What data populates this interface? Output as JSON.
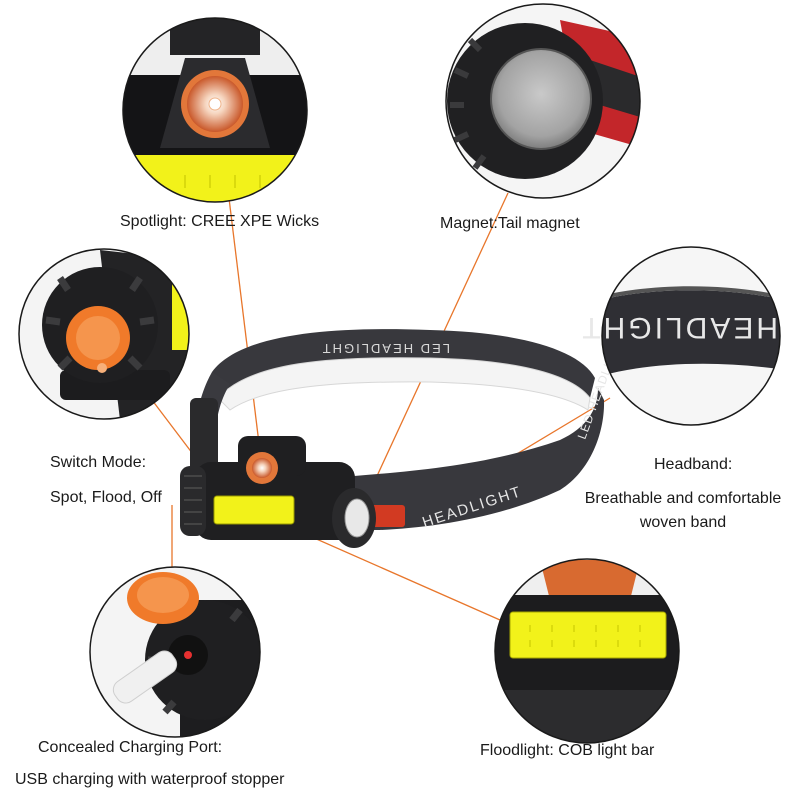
{
  "labels": {
    "spotlight": "Spotlight: CREE XPE Wicks",
    "magnet": "Magnet:Tail magnet",
    "switch_title": "Switch Mode:",
    "switch_desc": "Spot, Flood, Off",
    "headband_title": "Headband:",
    "headband_desc_1": "Breathable and comfortable",
    "headband_desc_2": "woven band",
    "charging_title": "Concealed Charging Port:",
    "charging_desc": "USB charging with waterproof stopper",
    "floodlight": "Floodlight: COB light bar"
  },
  "band_text": {
    "front": "HEADLIGHT",
    "back": "LED HEADLIGHT",
    "right": "LED HEADLIGHT",
    "zoom": "HEADLIGHT"
  },
  "colors": {
    "leader_line": "#e8762b",
    "accent_orange": "#f07a2a",
    "cob_yellow": "#f2f21a",
    "body_black": "#1f1f21",
    "band_gray": "#3b3b40"
  },
  "icons": [
    "spotlight-lens-icon",
    "magnet-disc-icon",
    "switch-button-icon",
    "usb-port-icon",
    "cob-bar-icon"
  ]
}
